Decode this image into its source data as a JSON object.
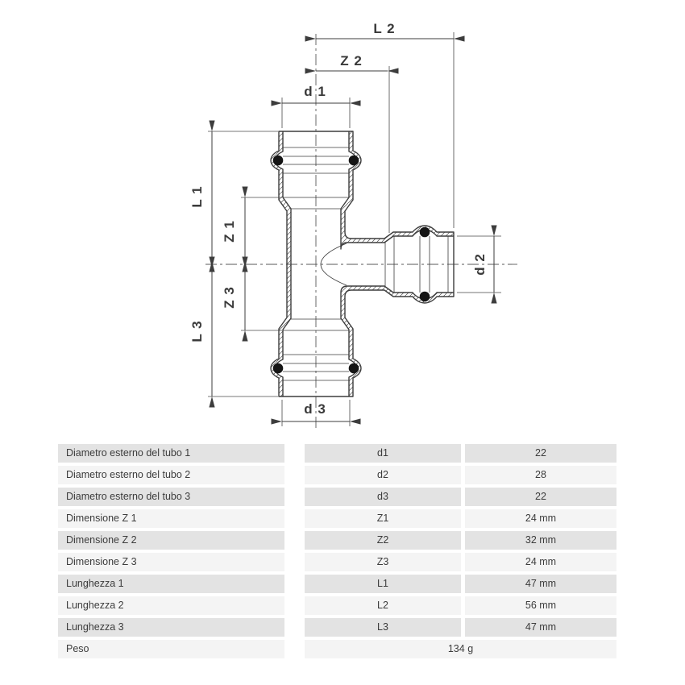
{
  "diagram": {
    "description": "Sectional drawing of a press-fitting tee with dimension lines",
    "labels": {
      "l2": "L 2",
      "z2": "Z 2",
      "d1": "d 1",
      "l1": "L 1",
      "z1": "Z 1",
      "z3": "Z 3",
      "l3": "L 3",
      "d2": "d 2",
      "d3": "d 3"
    }
  },
  "table": {
    "rows": [
      {
        "label": "Diametro esterno del tubo 1",
        "symbol": "d1",
        "value": "22"
      },
      {
        "label": "Diametro esterno del tubo 2",
        "symbol": "d2",
        "value": "28"
      },
      {
        "label": "Diametro esterno del tubo 3",
        "symbol": "d3",
        "value": "22"
      },
      {
        "label": "Dimensione Z 1",
        "symbol": "Z1",
        "value": "24 mm"
      },
      {
        "label": "Dimensione Z 2",
        "symbol": "Z2",
        "value": "32 mm"
      },
      {
        "label": "Dimensione Z 3",
        "symbol": "Z3",
        "value": "24 mm"
      },
      {
        "label": "Lunghezza 1",
        "symbol": "L1",
        "value": "47 mm"
      },
      {
        "label": "Lunghezza 2",
        "symbol": "L2",
        "value": "56 mm"
      },
      {
        "label": "Lunghezza 3",
        "symbol": "L3",
        "value": "47 mm"
      }
    ],
    "weight_row": {
      "label": "Peso",
      "value": "134 g"
    }
  },
  "colors": {
    "background": "#ffffff",
    "line": "#3d3d3d",
    "row_odd": "#e3e3e3",
    "row_even": "#f4f4f4",
    "text": "#3c3c3c",
    "oring": "#151515"
  }
}
